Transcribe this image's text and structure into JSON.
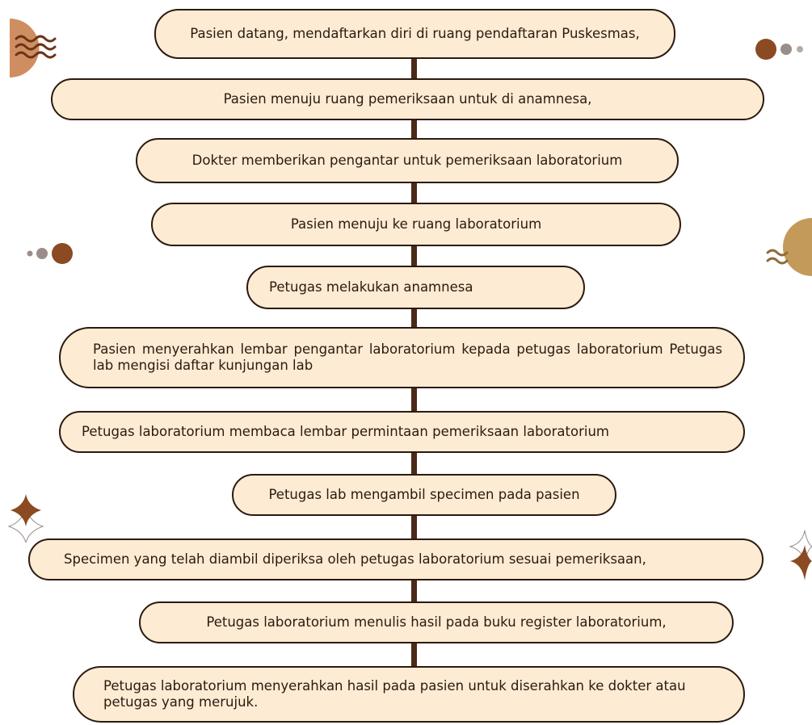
{
  "steps": [
    {
      "text": "Pasien datang, mendaftarkan diri di ruang pendaftaran Puskesmas,"
    },
    {
      "text": "Pasien menuju ruang pemeriksaan untuk di anamnesa,"
    },
    {
      "text": "Dokter memberikan pengantar untuk pemeriksaan laboratorium"
    },
    {
      "text": "Pasien menuju ke ruang laboratorium"
    },
    {
      "text": "Petugas melakukan anamnesa"
    },
    {
      "text": "Pasien menyerahkan lembar pengantar laboratorium kepada petugas laboratorium Petugas lab mengisi daftar kunjungan lab"
    },
    {
      "text": "Petugas laboratorium membaca lembar permintaan pemeriksaan laboratorium"
    },
    {
      "text": "Petugas lab mengambil specimen pada pasien"
    },
    {
      "text": "Specimen yang telah diambil diperiksa oleh petugas laboratorium sesuai pemeriksaan,"
    },
    {
      "text": "Petugas laboratorium menulis hasil pada buku register laboratorium,"
    },
    {
      "text": "Petugas laboratorium menyerahkan hasil pada pasien untuk diserahkan ke dokter atau petugas yang merujuk."
    }
  ],
  "colors": {
    "box_fill": "#fdebd3",
    "box_border": "#2b1a10",
    "connector": "#4a2a18",
    "accent_brown": "#8b4a22",
    "accent_peach": "#cf8e61",
    "accent_gold": "#c49a5a",
    "accent_grey": "#9a8f88"
  },
  "decorations": [
    "wave-circle-icon",
    "dots-icon",
    "dots-icon",
    "wave-circle-icon",
    "sparkle-icon",
    "sparkle-icon"
  ]
}
